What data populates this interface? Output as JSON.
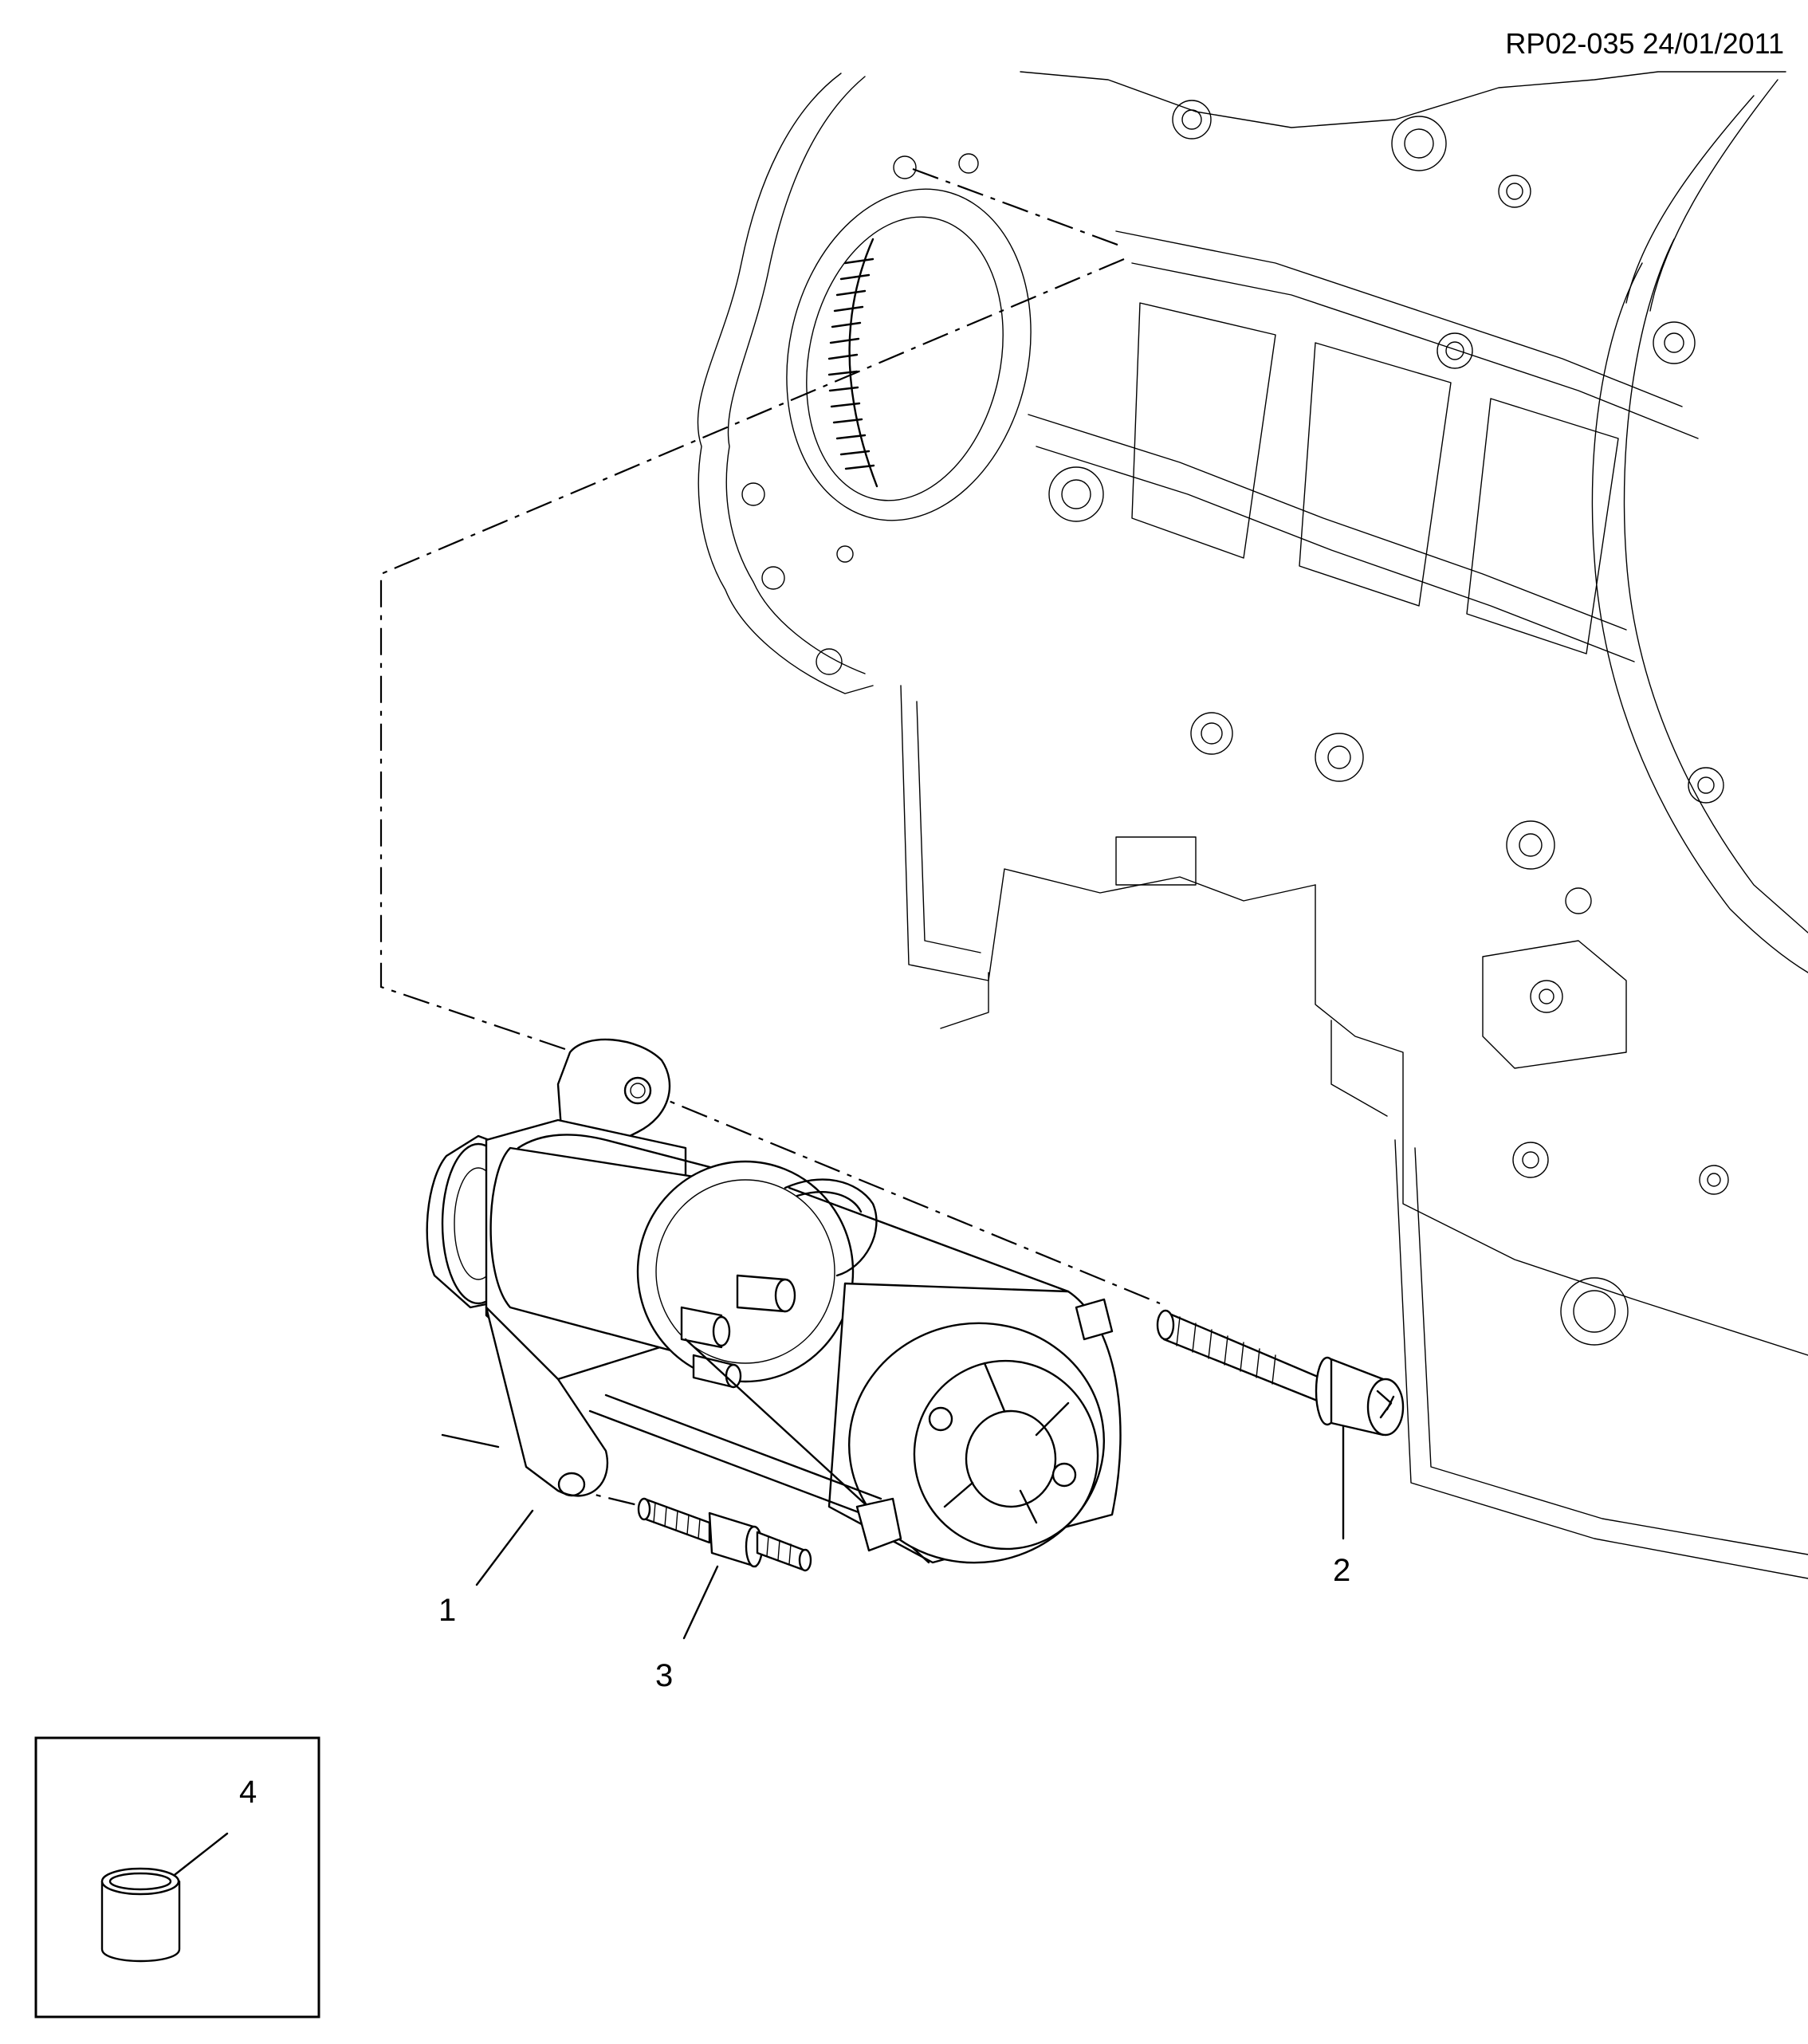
{
  "header": {
    "reference_code": "RP02-035 24/01/2011"
  },
  "callouts": [
    {
      "id": "callout-1",
      "label": "1"
    },
    {
      "id": "callout-2",
      "label": "2"
    },
    {
      "id": "callout-3",
      "label": "3"
    },
    {
      "id": "callout-4",
      "label": "4"
    }
  ]
}
